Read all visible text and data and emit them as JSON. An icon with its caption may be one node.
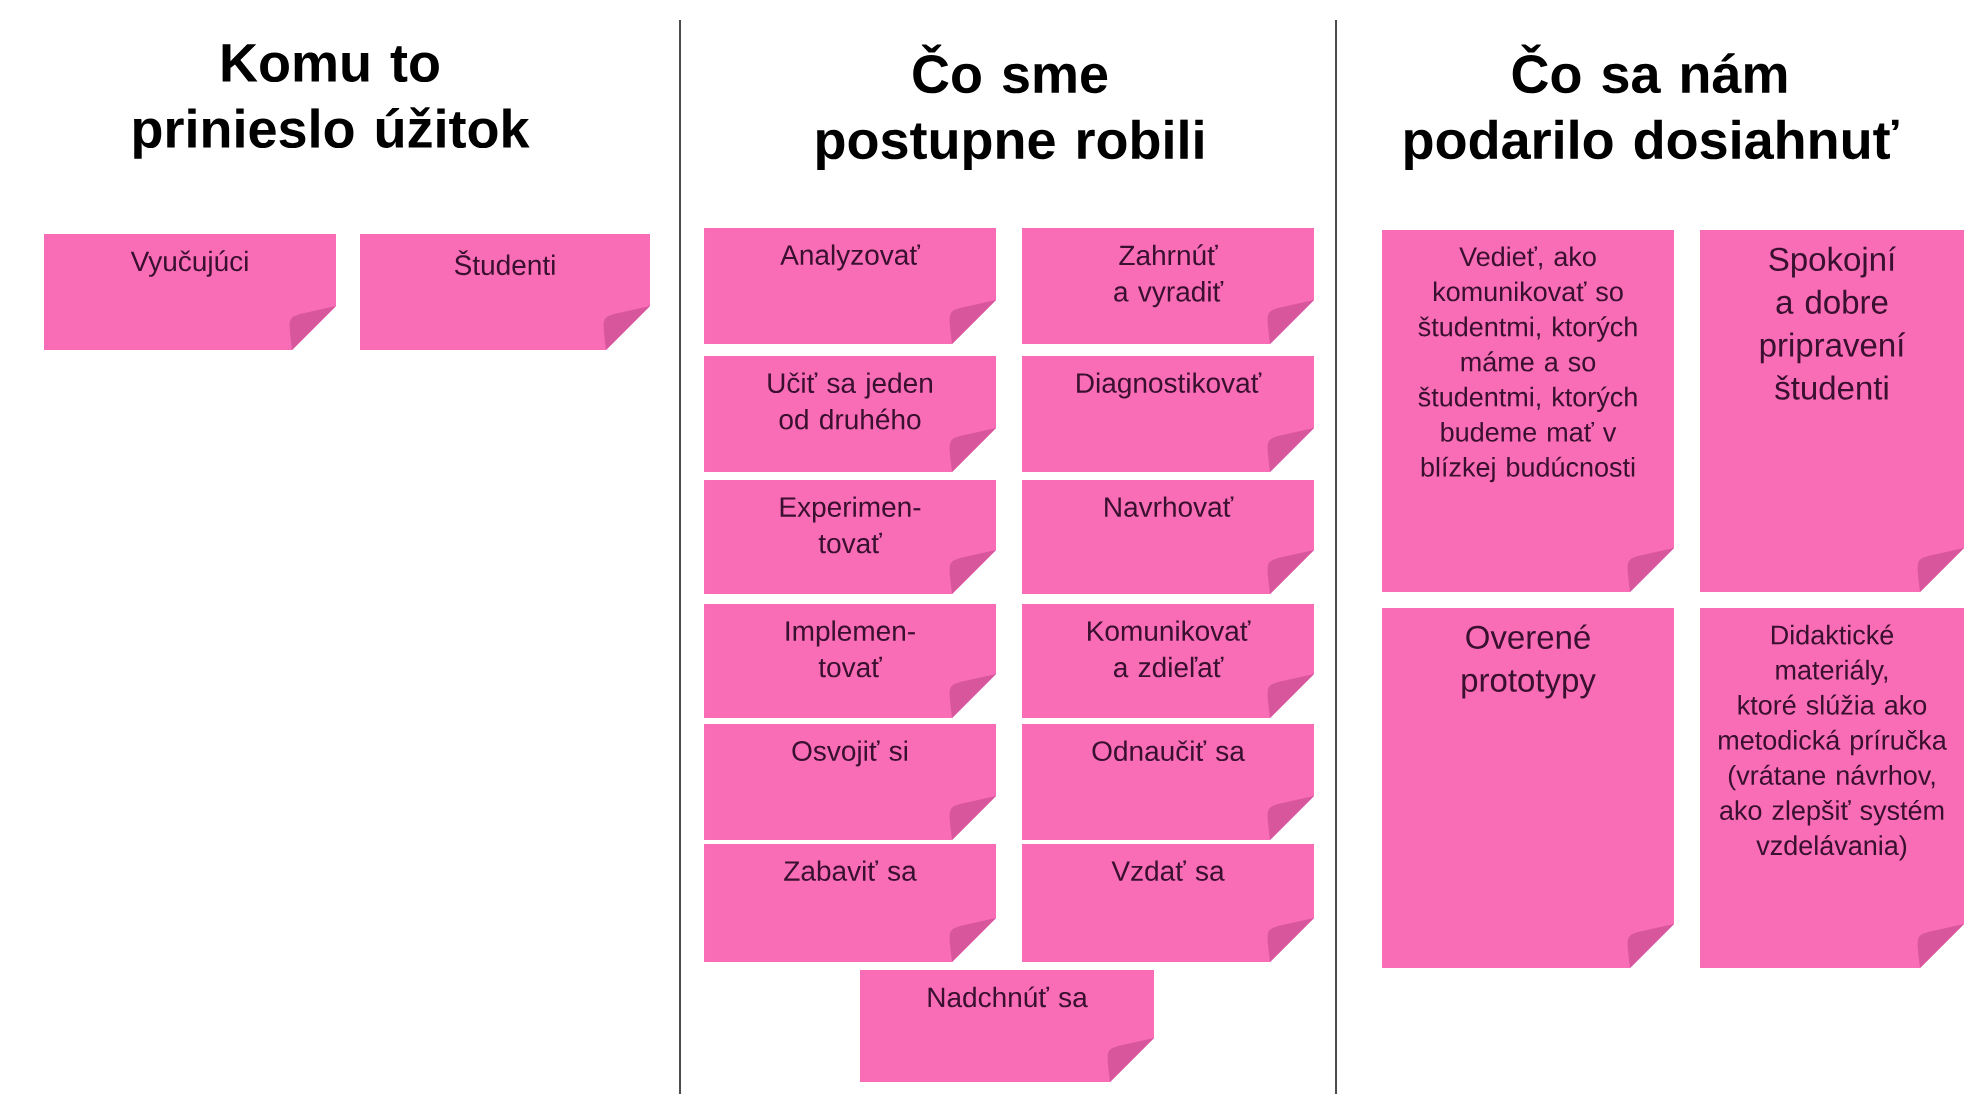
{
  "diagram": {
    "nodes": [
      {
        "text": [
          "Vyučujúci"
        ]
      },
      {
        "text": [
          "Študenti"
        ]
      },
      {
        "text": [
          "Analyzovať"
        ]
      },
      {
        "text": [
          "Zahrnúť a vyradiť"
        ]
      },
      {
        "text": [
          "Učiť sa jeden od druhého"
        ]
      },
      {
        "text": [
          "Diagnostikovať"
        ]
      },
      {
        "text": [
          "Experimen- tovať"
        ]
      },
      {
        "text": [
          "Navrhovať"
        ]
      },
      {
        "text": [
          "Implemen- tovať"
        ]
      },
      {
        "text": [
          "Komunikovať a zdieľať"
        ]
      },
      {
        "text": [
          "Osvojiť si"
        ]
      },
      {
        "text": [
          "Odnaučiť sa"
        ]
      },
      {
        "text": [
          "Zabaviť sa"
        ]
      },
      {
        "text": [
          "Vzdať sa"
        ]
      },
      {
        "text": [
          "Nadchnúť sa"
        ]
      },
      {
        "text": [
          "Vedieť, ako komunikovať so študentmi, ktorých máme a so študentmi, ktorých budeme mať v blízkej budúcnosti"
        ]
      },
      {
        "text": [
          "Spokojní a dobre pripravení študenti"
        ]
      },
      {
        "text": [
          "Overené prototypy"
        ]
      },
      {
        "text": [
          "Didaktické materiály, ktoré slúžia ako metodická príručka (vrátane návrhov, ako zlepšiť systém vzdelávania)"
        ]
      }
    ],
    "labels": [
      "Komu to prinieslo úžitok",
      "Čo sme postupne robili",
      "Čo sa nám podarilo dosiahnuť"
    ]
  }
}
